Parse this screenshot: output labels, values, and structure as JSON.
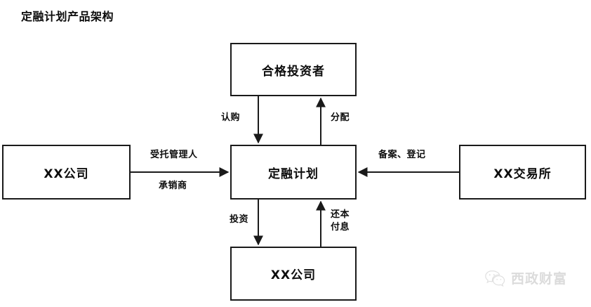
{
  "title": "定融计划产品架构",
  "colors": {
    "background": "#ffffff",
    "box_border": "#1a1a1a",
    "text": "#0d0d0d",
    "connector": "#1a1a1a",
    "watermark": "#8a8a8a"
  },
  "nodes": {
    "investor": "合格投资者",
    "plan": "定融计划",
    "company_left": "XX公司",
    "exchange": "XX交易所",
    "company_bottom": "XX公司"
  },
  "edges": {
    "subscribe": "认购",
    "distribute": "分配",
    "trustee": "受托管理人",
    "underwriter": "承销商",
    "filing_registration": "备案、登记",
    "invest": "投资",
    "repay_principal": "还本",
    "repay_interest": "付息"
  },
  "watermark": {
    "icon": "wechat-icon",
    "text": "西政财富"
  }
}
